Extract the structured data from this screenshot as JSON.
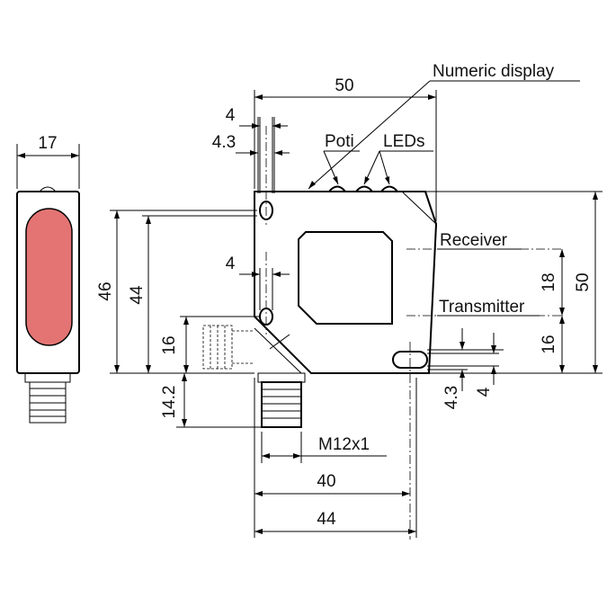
{
  "colors": {
    "lens": "#e47474",
    "line": "#000000",
    "background": "#ffffff"
  },
  "labels": {
    "numeric_display": "Numeric display",
    "poti": "Poti",
    "leds": "LEDs",
    "receiver": "Receiver",
    "transmitter": "Transmitter",
    "thread": "M12x1"
  },
  "dimensions": {
    "side_width": "17",
    "top_width": "50",
    "hole_4_top": "4",
    "hole_4_3_top": "4.3",
    "left_46": "46",
    "left_44": "44",
    "mid_4": "4",
    "left_16": "16",
    "left_14_2": "14.2",
    "right_18": "18",
    "right_50": "50",
    "right_16": "16",
    "bottom_4_3": "4.3",
    "bottom_4": "4",
    "bottom_40": "40",
    "bottom_44": "44"
  }
}
